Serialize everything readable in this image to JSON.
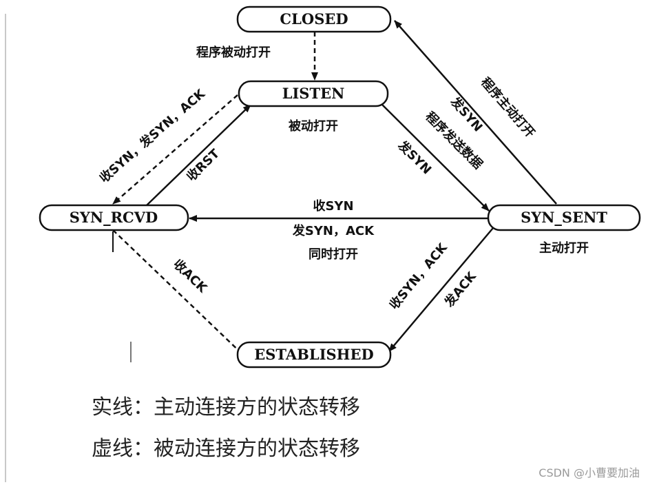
{
  "nodes": {
    "closed": "CLOSED",
    "listen": "LISTEN",
    "syn_rcvd": "SYN_RCVD",
    "syn_sent": "SYN_SENT",
    "established": "ESTABLISHED"
  },
  "state_notes": {
    "listen": "被动打开",
    "syn_sent": "主动打开"
  },
  "edges": {
    "closed_to_listen": "程序被动打开",
    "closed_syn_sent_1": "程序主动打开",
    "closed_syn_sent_2": "发SYN",
    "listen_syn_sent_1": "程序发送数据",
    "listen_syn_sent_2": "发SYN",
    "listen_syn_rcvd": "收SYN，发SYN，ACK",
    "syn_rcvd_listen": "收RST",
    "simultaneous_1": "收SYN",
    "simultaneous_2": "发SYN，ACK",
    "simultaneous_3": "同时打开",
    "syn_rcvd_established": "收ACK",
    "syn_sent_established_1": "收SYN，ACK",
    "syn_sent_established_2": "发ACK"
  },
  "legend": {
    "solid": "实线：主动连接方的状态转移",
    "dashed": "虚线：被动连接方的状态转移"
  },
  "watermark": "CSDN @小曹要加油",
  "colors": {
    "ink": "#111111",
    "watermark": "#9a9a9a"
  }
}
